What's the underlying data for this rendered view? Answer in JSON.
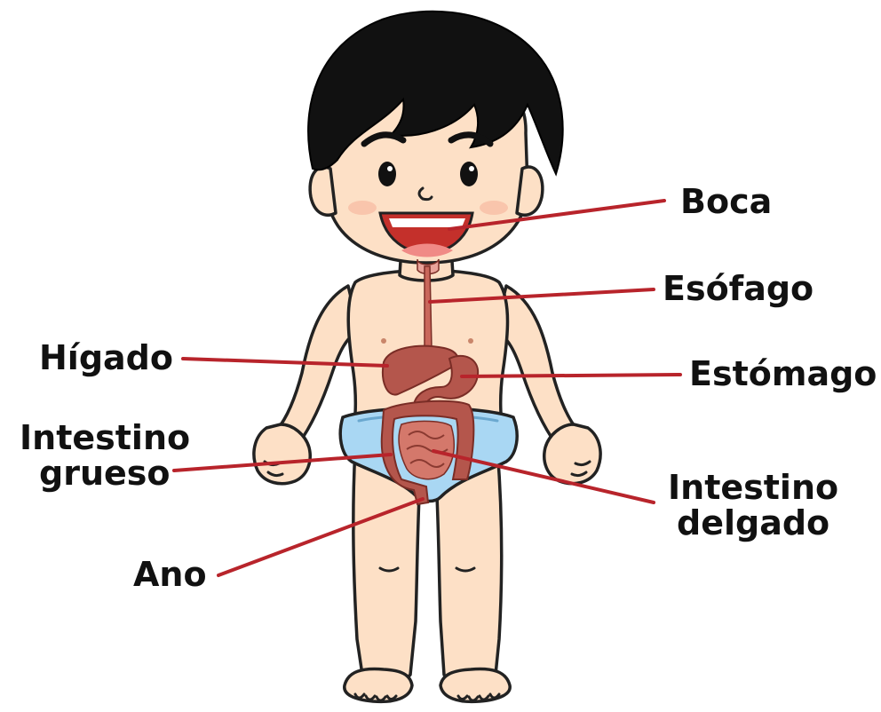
{
  "figure": {
    "labels": {
      "boca": "Boca",
      "esofago": "Esófago",
      "higado": "Hígado",
      "estomago": "Estómago",
      "intestino_grueso_1": "Intestino",
      "intestino_grueso_2": "grueso",
      "intestino_delgado_1": "Intestino",
      "intestino_delgado_2": "delgado",
      "ano": "Ano"
    },
    "colors": {
      "leader_line": "#b8242b",
      "skin": "#fde0c6",
      "hair": "#111111",
      "diaper": "#a9d7f3",
      "organs": "#b4564c"
    }
  }
}
